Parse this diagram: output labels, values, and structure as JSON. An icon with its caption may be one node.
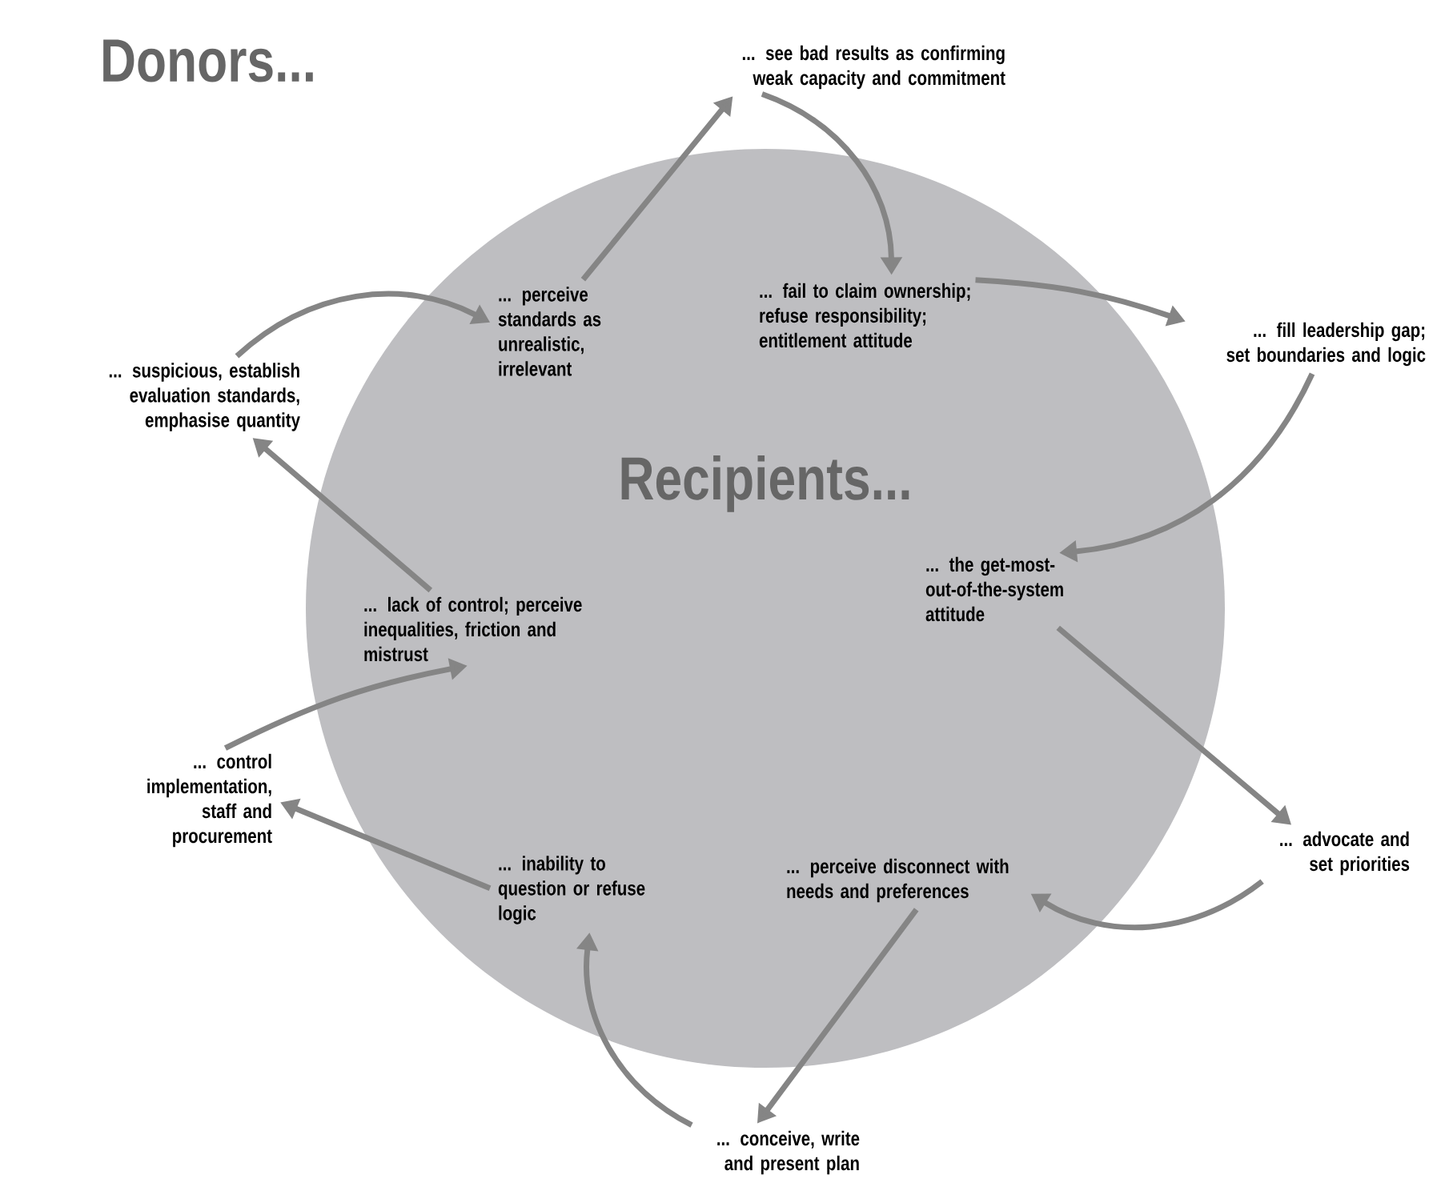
{
  "diagram": {
    "title": "Donors...",
    "nodes": [
      {
        "text": [
          "Recipients..."
        ]
      },
      {
        "text": [
          "... see bad results as confirming weak capacity and commitment"
        ]
      },
      {
        "text": [
          "... fail to claim ownership; refuse responsibility; entitlement attitude"
        ],
        "in": 0
      },
      {
        "text": [
          "... fill leadership gap; set boundaries and logic"
        ]
      },
      {
        "text": [
          "... the get-most-out-of-the-system attitude"
        ],
        "in": 0
      },
      {
        "text": [
          "... advocate and set priorities"
        ]
      },
      {
        "text": [
          "... perceive disconnect with needs and preferences"
        ],
        "in": 0
      },
      {
        "text": [
          "... conceive, write and present plan"
        ]
      },
      {
        "text": [
          "... inability to question or refuse logic"
        ],
        "in": 0
      },
      {
        "text": [
          "... control implementation, staff and procurement"
        ]
      },
      {
        "text": [
          "... lack of control; perceive inequalities, friction and mistrust"
        ],
        "in": 0
      },
      {
        "text": [
          "... suspicious, establish evaluation standards, emphasise quantity"
        ]
      },
      {
        "text": [
          "... perceive standards as unrealistic, irrelevant"
        ],
        "in": 0
      }
    ],
    "edges": [
      {
        "from": 1,
        "to": 2,
        "arrow": "to"
      },
      {
        "from": 2,
        "to": 3,
        "arrow": "to"
      },
      {
        "from": 3,
        "to": 4,
        "arrow": "to"
      },
      {
        "from": 4,
        "to": 5,
        "arrow": "to"
      },
      {
        "from": 5,
        "to": 6,
        "arrow": "to"
      },
      {
        "from": 6,
        "to": 7,
        "arrow": "to"
      },
      {
        "from": 7,
        "to": 8,
        "arrow": "to"
      },
      {
        "from": 8,
        "to": 9,
        "arrow": "to"
      },
      {
        "from": 9,
        "to": 10,
        "arrow": "to"
      },
      {
        "from": 10,
        "to": 11,
        "arrow": "to"
      },
      {
        "from": 11,
        "to": 12,
        "arrow": "to"
      },
      {
        "from": 12,
        "to": 1,
        "arrow": "to"
      }
    ]
  }
}
